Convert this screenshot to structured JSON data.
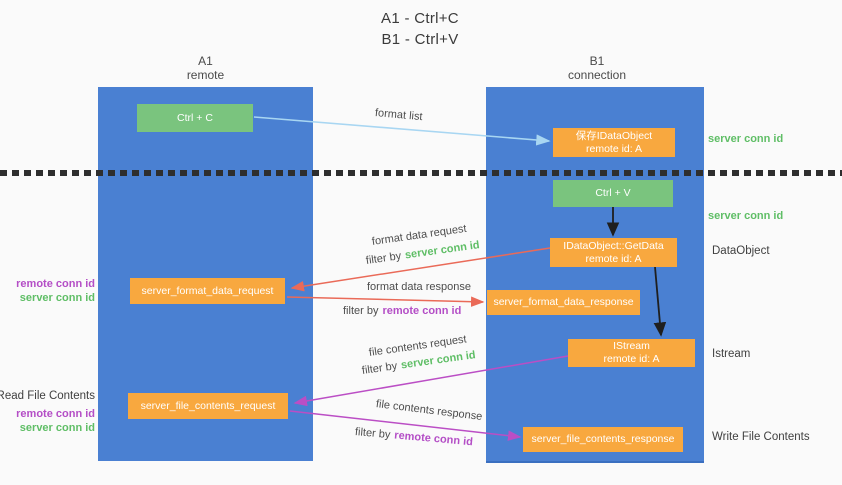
{
  "title": {
    "line1": "A1 - Ctrl+C",
    "line2": "B1 - Ctrl+V"
  },
  "lanes": {
    "a1": {
      "name": "A1",
      "role": "remote"
    },
    "b1": {
      "name": "B1",
      "role": "connection"
    }
  },
  "nodes": {
    "ctrl_c": {
      "label": "Ctrl + C"
    },
    "ctrl_v": {
      "label": "Ctrl + V"
    },
    "save_idataobject": {
      "line1": "保存IDataObject",
      "line2": "remote id: A"
    },
    "getdata": {
      "line1": "IDataObject::GetData",
      "line2": "remote id: A"
    },
    "istream": {
      "line1": "IStream",
      "line2": "remote id: A"
    },
    "server_format_data_request": {
      "label": "server_format_data_request"
    },
    "server_format_data_response": {
      "label": "server_format_data_response"
    },
    "server_file_contents_request": {
      "label": "server_file_contents_request"
    },
    "server_file_contents_response": {
      "label": "server_file_contents_response"
    }
  },
  "flow_labels": {
    "format_list": "format list",
    "format_data_request": "format data request",
    "format_data_response": "format data response",
    "file_contents_request": "file contents request",
    "file_contents_response": "file contents response",
    "filter_by": "filter by",
    "server_conn_id": "server conn id",
    "remote_conn_id": "remote conn id"
  },
  "side_labels": {
    "server_conn_id": "server conn id",
    "remote_conn_id": "remote conn id",
    "dataobject": "DataObject",
    "istream": "Istream",
    "read_file_contents": "Read File Contents",
    "write_file_contents": "Write File Contents"
  },
  "colors": {
    "lane_blue": "#4a80d2",
    "node_green": "#7ac47e",
    "node_orange": "#f8a83f",
    "arrow_light_blue": "#a8d6f2",
    "arrow_salmon": "#ea6a58",
    "arrow_magenta": "#bb4ec5",
    "arrow_black": "#1f1f1f",
    "text_green": "#5fbe66",
    "text_purple": "#b44ec6",
    "background": "#fafafa"
  }
}
